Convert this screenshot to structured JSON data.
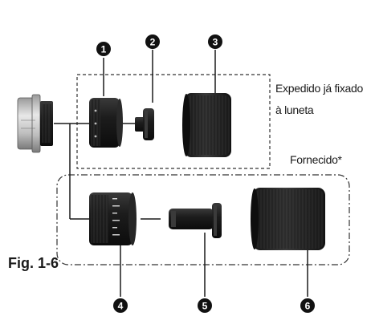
{
  "figure_label": "Fig. 1-6",
  "annotations": {
    "shipped_line1": "Expedido já fixado",
    "shipped_line2": "à luneta",
    "supplied": "Fornecido*"
  },
  "callouts": [
    "1",
    "2",
    "3",
    "4",
    "5",
    "6"
  ],
  "colors": {
    "ink": "#1a1a1a",
    "dark_part": "#222222",
    "silver": "#c9c9c9"
  }
}
